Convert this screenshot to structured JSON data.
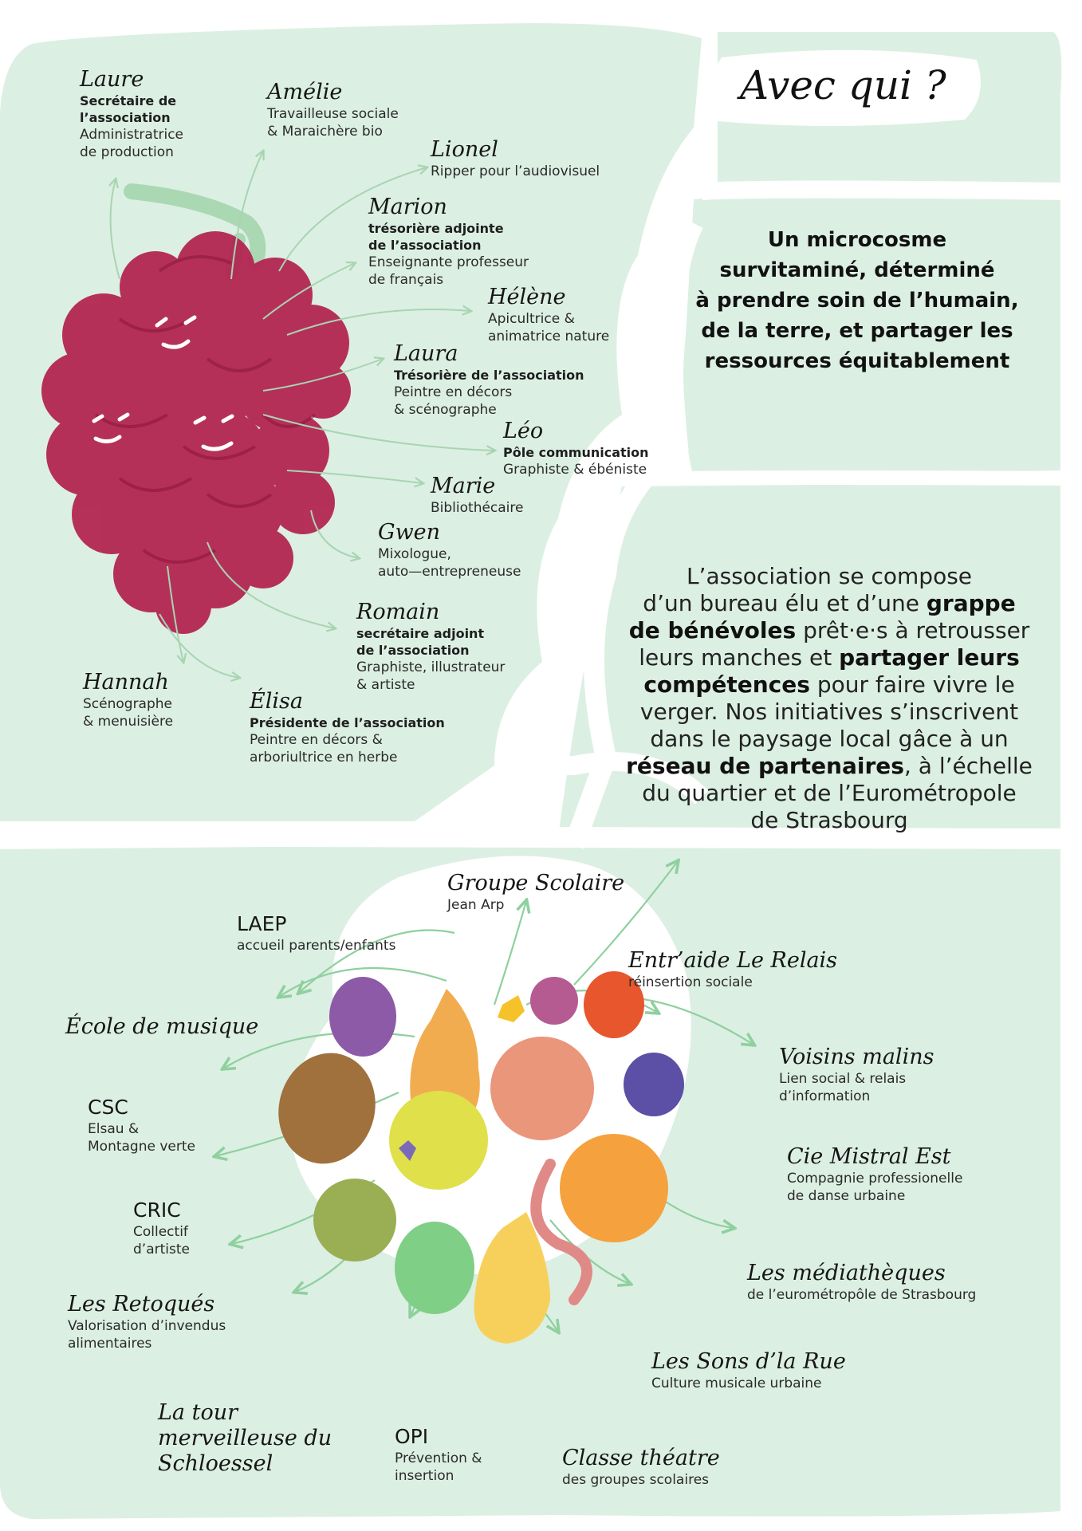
{
  "heading": "Avec qui ?",
  "tagline": [
    "Un microcosme",
    "survitaminé, déterminé",
    "à prendre soin de l’humain,",
    "de la terre, et partager les",
    "ressources équitablement"
  ],
  "intro": {
    "l1": "L’association se compose",
    "l2a": "d’un bureau élu et d’une ",
    "l2b": "grappe",
    "l3a": "de bénévoles",
    "l3b": " prêt·e·s à retrousser",
    "l4a": "leurs manches et ",
    "l4b": "partager leurs",
    "l5a": "compétences",
    "l5b": " pour faire vivre le",
    "l6": "verger. Nos initiatives s’inscrivent",
    "l7": "dans le paysage local gâce à un",
    "l8a": "réseau de partenaires",
    "l8b": ", à l’échelle",
    "l9": "du quartier et de l’Eurométropole",
    "l10": "de Strasbourg"
  },
  "members": [
    {
      "name": "Laure",
      "role": [
        "Secrétaire de",
        "l’association"
      ],
      "desc": [
        "Administratrice",
        "de production"
      ]
    },
    {
      "name": "Amélie",
      "role": [],
      "desc": [
        "Travailleuse sociale",
        "& Maraichère bio"
      ]
    },
    {
      "name": "Lionel",
      "role": [],
      "desc": [
        "Ripper pour l’audiovisuel"
      ]
    },
    {
      "name": "Marion",
      "role": [
        "trésorière adjointe",
        "de l’association"
      ],
      "desc": [
        "Enseignante professeur",
        "de français"
      ]
    },
    {
      "name": "Hélène",
      "role": [],
      "desc": [
        "Apicultrice &",
        "animatrice nature"
      ]
    },
    {
      "name": "Laura",
      "role": [
        "Trésorière de l’association"
      ],
      "desc": [
        "Peintre en décors",
        "& scénographe"
      ]
    },
    {
      "name": "Léo",
      "role": [
        "Pôle communication"
      ],
      "desc": [
        "Graphiste & ébéniste"
      ]
    },
    {
      "name": "Marie",
      "role": [],
      "desc": [
        "Bibliothécaire"
      ]
    },
    {
      "name": "Gwen",
      "role": [],
      "desc": [
        "Mixologue,",
        "auto—entrepreneuse"
      ]
    },
    {
      "name": "Romain",
      "role": [
        "secrétaire adjoint",
        "de l’association"
      ],
      "desc": [
        "Graphiste, illustrateur",
        "& artiste"
      ]
    },
    {
      "name": "Hannah",
      "role": [],
      "desc": [
        "Scénographe",
        "& menuisière"
      ]
    },
    {
      "name": "Élisa",
      "role": [
        "Présidente de l’association"
      ],
      "desc": [
        "Peintre en décors &",
        "arboriultrice en herbe"
      ]
    }
  ],
  "partners": [
    {
      "name": "Groupe Scolaire",
      "desc": [
        "Jean Arp"
      ]
    },
    {
      "name": "LAEP",
      "desc": [
        "accueil parents/enfants"
      ]
    },
    {
      "name": "Entr’aide Le Relais",
      "desc": [
        "réinsertion sociale"
      ]
    },
    {
      "name": "École de musique",
      "desc": []
    },
    {
      "name": "Voisins malins",
      "desc": [
        "Lien social & relais",
        "d’information"
      ]
    },
    {
      "name": "CSC",
      "desc": [
        "Elsau &",
        "Montagne verte"
      ]
    },
    {
      "name": "Cie Mistral Est",
      "desc": [
        "Compagnie professionelle",
        "de danse urbaine"
      ]
    },
    {
      "name": "CRIC",
      "desc": [
        "Collectif",
        "d’artiste"
      ]
    },
    {
      "name": "Les médiathèques",
      "desc": [
        "de l’eurométropôle de Strasbourg"
      ]
    },
    {
      "name": "Les Retoqués",
      "desc": [
        "Valorisation d’invendus",
        "alimentaires"
      ]
    },
    {
      "name": "Les Sons d’la Rue",
      "desc": [
        "Culture musicale urbaine"
      ]
    },
    {
      "name": "La tour merveilleuse du Schloessel",
      "lines": [
        "La tour",
        "merveilleuse du",
        "Schloessel"
      ],
      "desc": []
    },
    {
      "name": "OPI",
      "desc": [
        "Prévention &",
        "insertion"
      ]
    },
    {
      "name": "Classe théatre",
      "desc": [
        "des groupes scolaires"
      ]
    }
  ],
  "colors": {
    "mint": "#dcefe3",
    "grape": "#b3224f",
    "grape_dark": "#8f1740",
    "arrow": "#a8d6b2"
  }
}
